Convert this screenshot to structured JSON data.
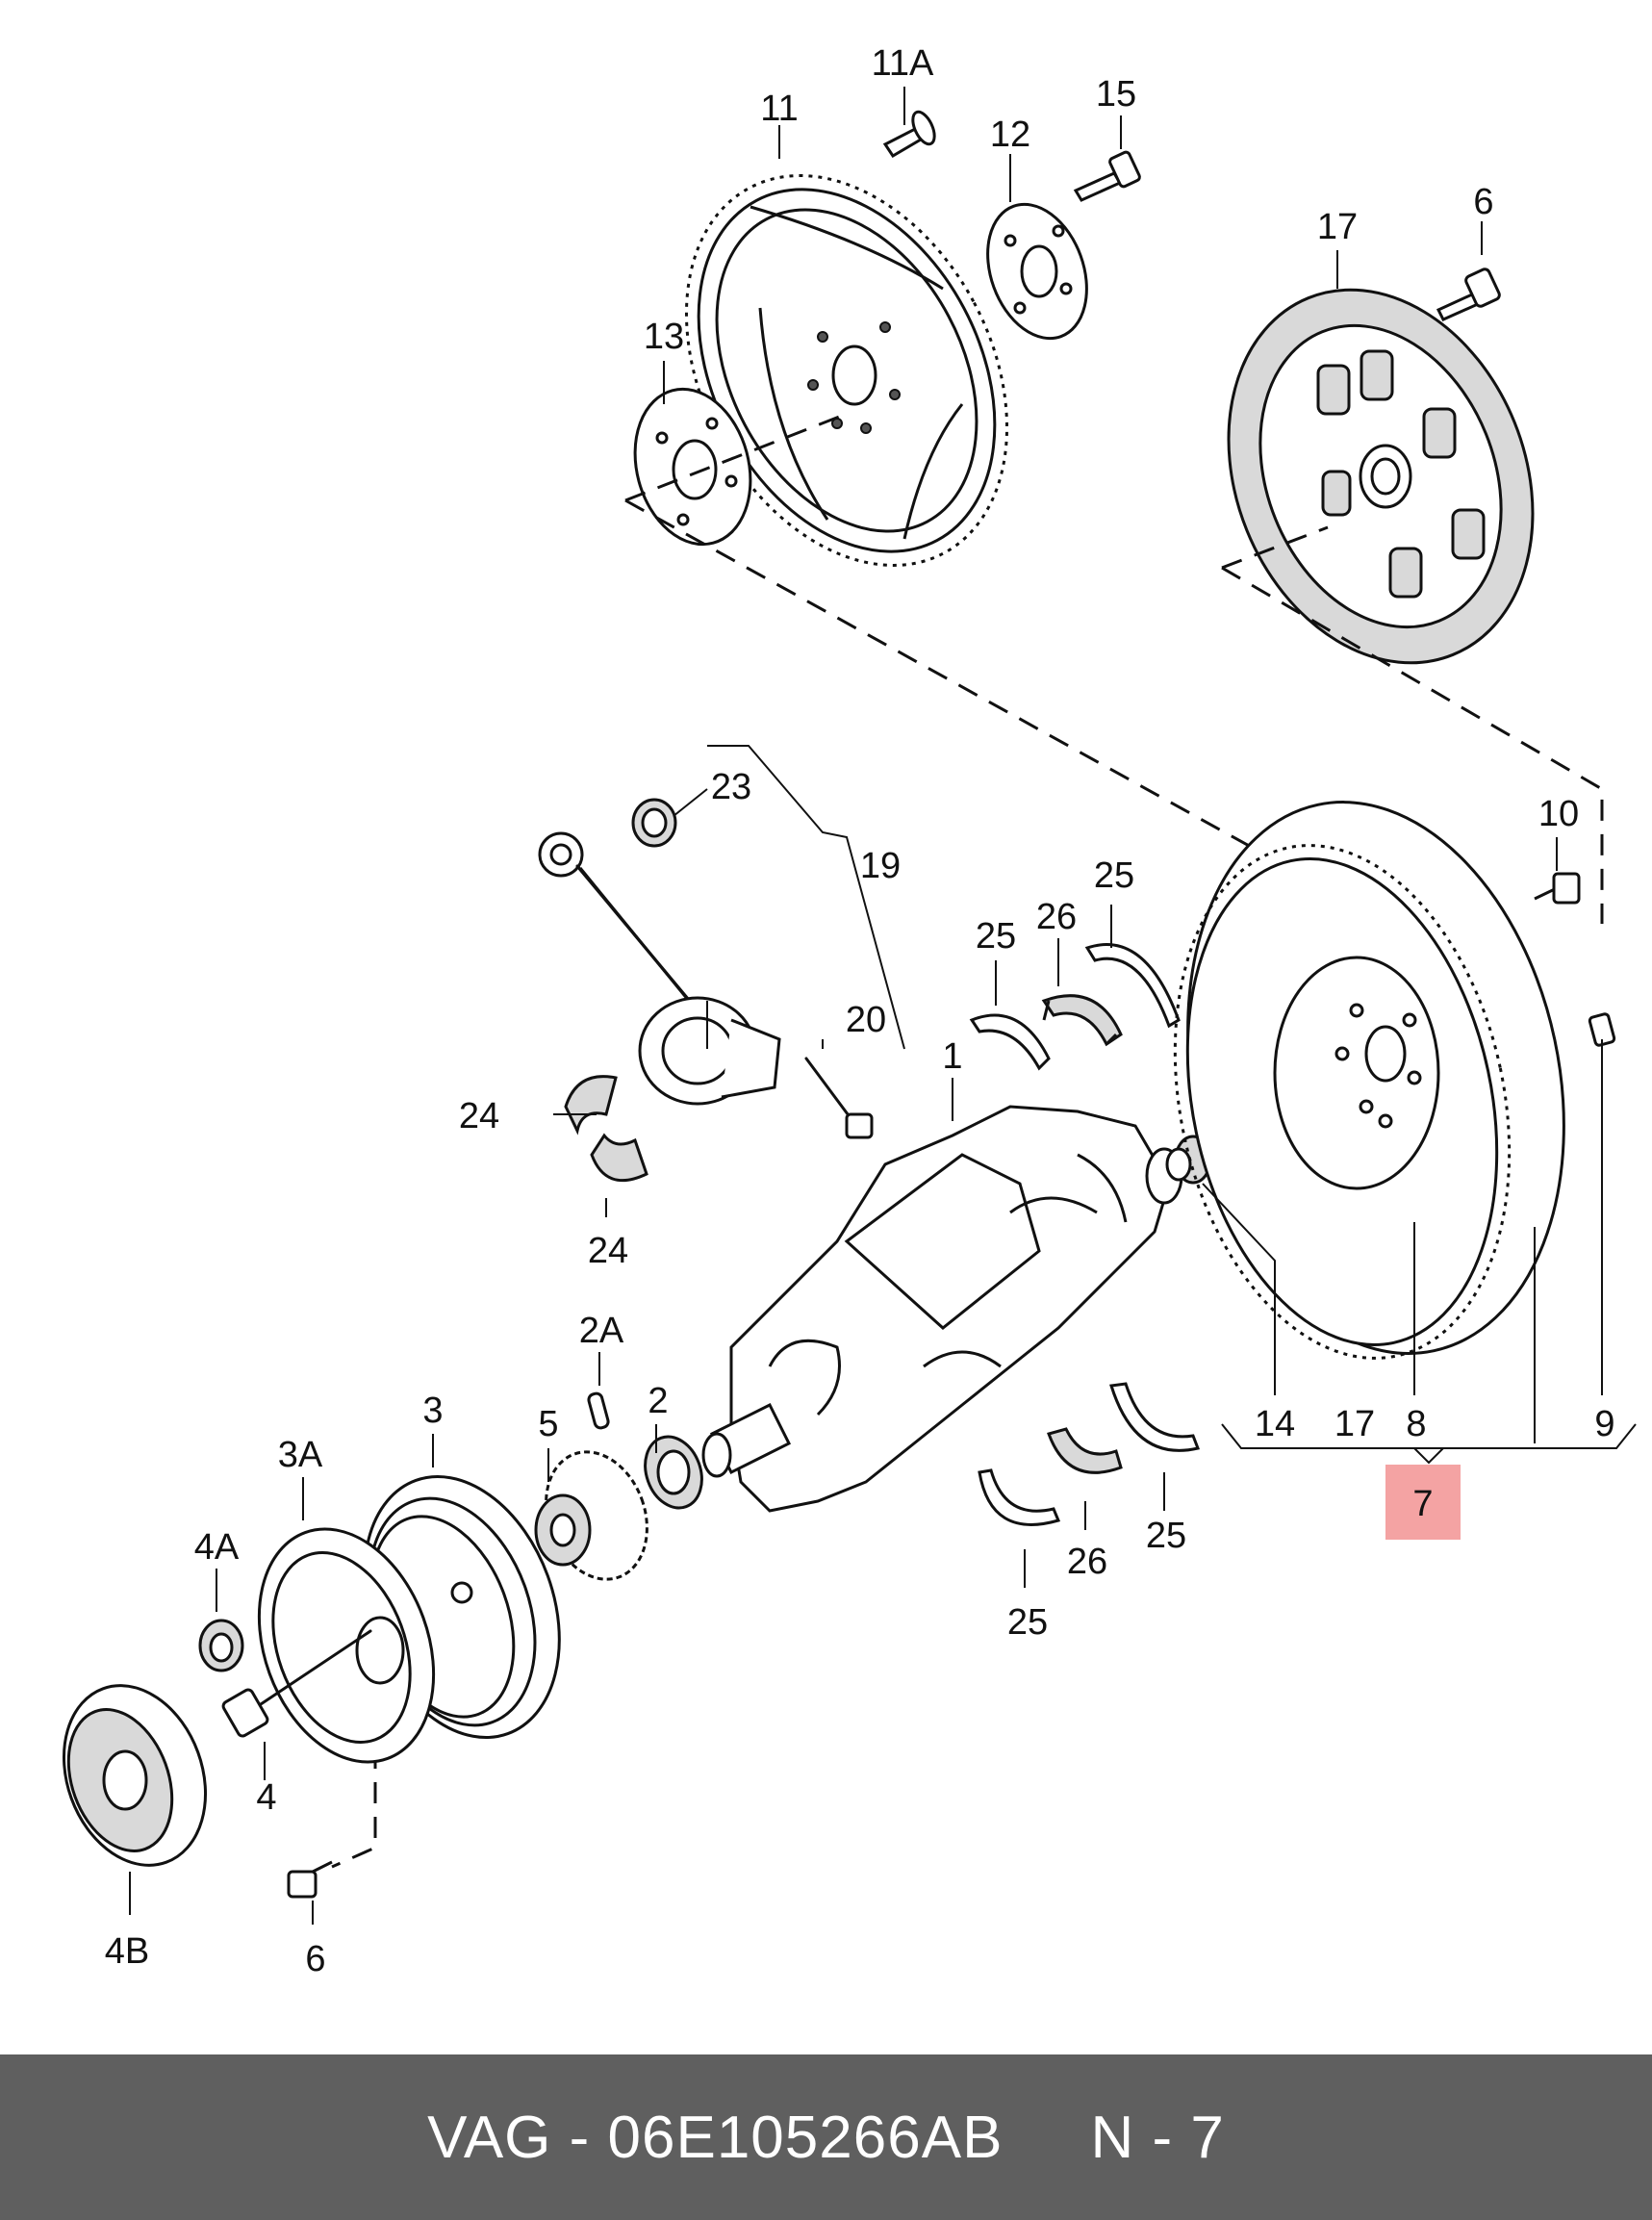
{
  "diagram": {
    "callouts": {
      "c11A": "11A",
      "c11": "11",
      "c15": "15",
      "c12": "12",
      "c13": "13",
      "c17top": "17",
      "c6top": "6",
      "c23": "23",
      "c19": "19",
      "c20": "20",
      "c24a": "24",
      "c24b": "24",
      "c25a": "25",
      "c26a": "26",
      "c25b": "25",
      "c1": "1",
      "c10": "10",
      "c2A": "2A",
      "c2": "2",
      "c3": "3",
      "c5": "5",
      "c3A": "3A",
      "c4A": "4A",
      "c4": "4",
      "c4B": "4B",
      "c6bot": "6",
      "c25c": "25",
      "c26b": "26",
      "c25d": "25",
      "c14": "14",
      "c17bot": "17",
      "c8": "8",
      "c9": "9"
    },
    "highlighted_callout": {
      "label": "7",
      "highlight_color": "#f4a3a3"
    }
  },
  "footer": {
    "text": "VAG - 06E105266AB     N - 7",
    "background_color": "#5f5f5f"
  }
}
